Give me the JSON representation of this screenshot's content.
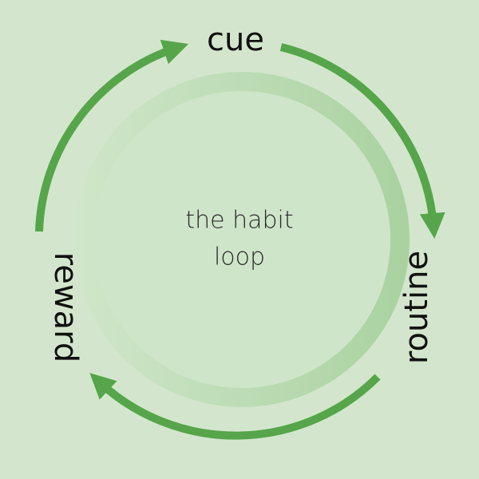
{
  "diagram": {
    "center_lines": [
      "the habit",
      "loop"
    ],
    "stages": {
      "top": "cue",
      "right": "routine",
      "left": "reward"
    },
    "colors": {
      "background": "#d3e6cd",
      "arrow": "#56a54a",
      "ring_light": "#cde4c7",
      "ring_dark": "#a9d2a0",
      "inner_disc": "#cfe5c9"
    }
  }
}
